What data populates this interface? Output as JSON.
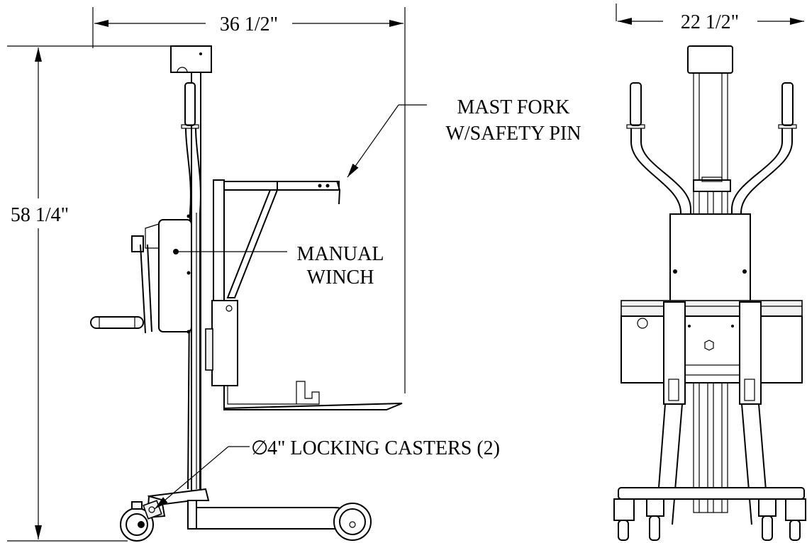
{
  "dimensions": {
    "side_width": "36 1/2\"",
    "side_height": "58 1/4\"",
    "front_width": "22 1/2\""
  },
  "callouts": {
    "mast_fork_line1": "MAST FORK",
    "mast_fork_line2": "W/SAFETY PIN",
    "manual_winch_line1": "MANUAL",
    "manual_winch_line2": "WINCH",
    "casters_symbol": "∅",
    "casters_text": "4\" LOCKING CASTERS (2)"
  },
  "colors": {
    "line": "#000000",
    "background": "#ffffff"
  }
}
